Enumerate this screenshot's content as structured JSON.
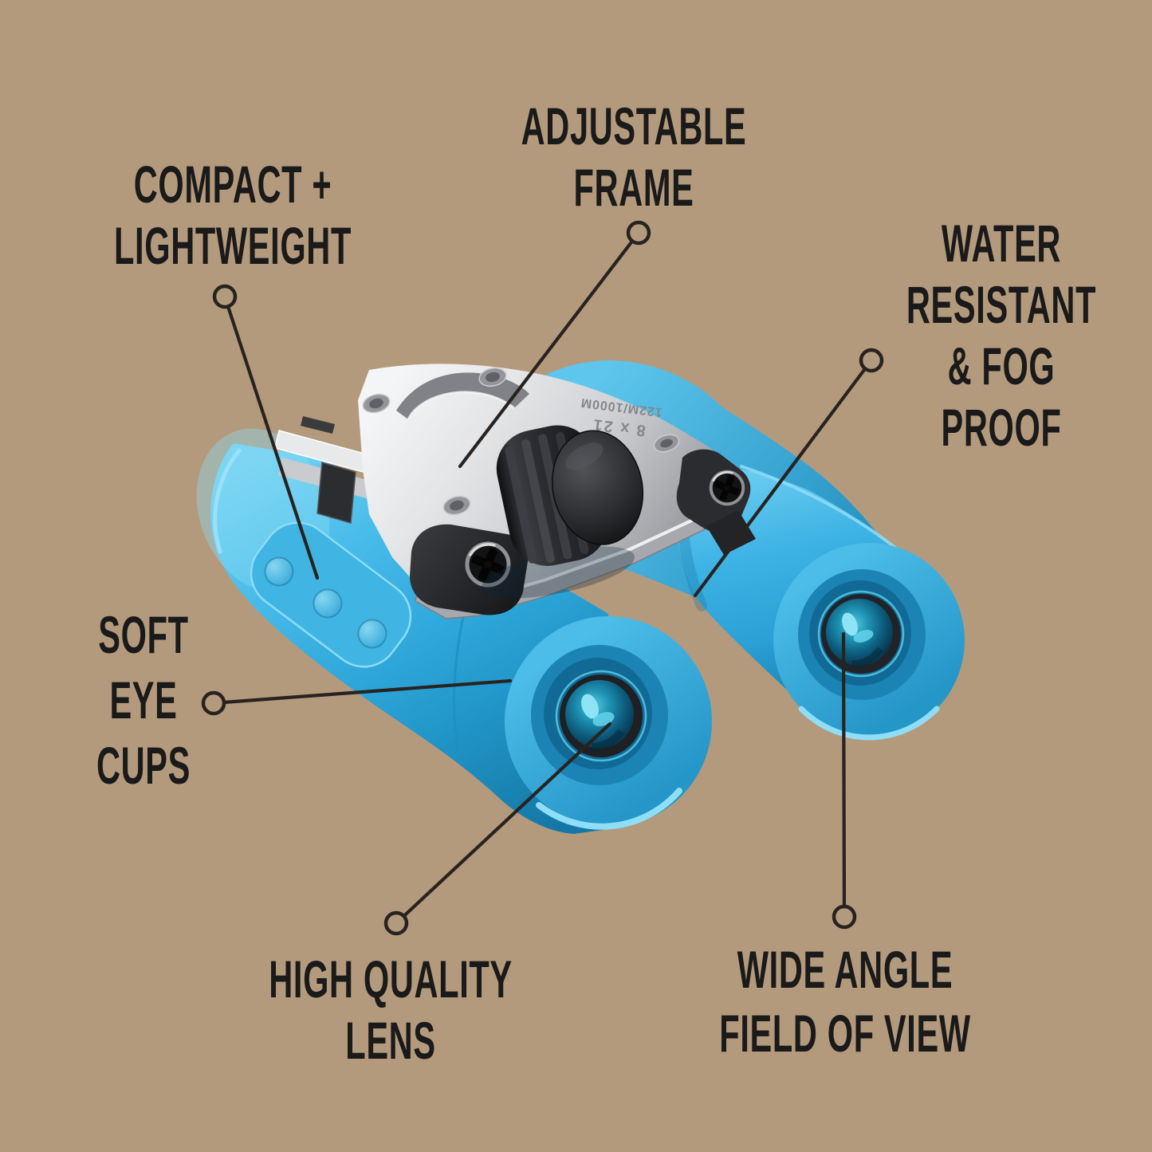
{
  "background_color": "#b49a7c",
  "text_color": "#1a1a1a",
  "line_color": "#282320",
  "illustration": {
    "subject": "compact kids binoculars",
    "body_color": "#3db4e6",
    "frame_color": "#d6d7d9",
    "knob_color": "#2a2b2e",
    "lens_color": "#1f93b4",
    "markings": {
      "line1": "8 x 21",
      "line2": "122M/1000M"
    }
  },
  "callouts": [
    {
      "id": "compact-lightweight",
      "label": "COMPACT +\nLIGHTWEIGHT"
    },
    {
      "id": "adjustable-frame",
      "label": "ADJUSTABLE\nFRAME"
    },
    {
      "id": "water-resistant-fog-proof",
      "label": "WATER\nRESISTANT\n& FOG\nPROOF"
    },
    {
      "id": "soft-eye-cups",
      "label": "SOFT\nEYE\nCUPS"
    },
    {
      "id": "high-quality-lens",
      "label": "HIGH QUALITY\nLENS"
    },
    {
      "id": "wide-angle-field-of-view",
      "label": "WIDE ANGLE\nFIELD OF VIEW"
    }
  ]
}
